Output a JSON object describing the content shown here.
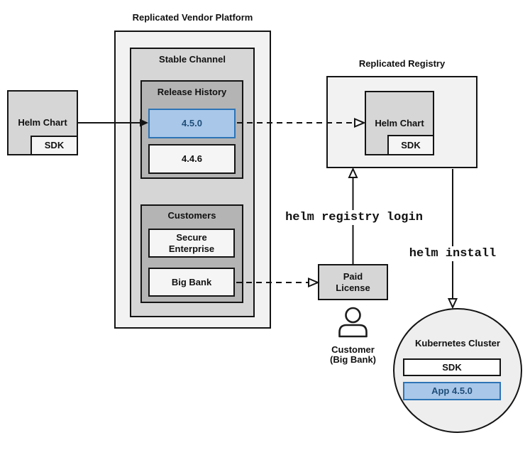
{
  "titles": {
    "vendor_platform": "Replicated Vendor Platform",
    "registry": "Replicated Registry"
  },
  "platform": {
    "stable_channel": "Stable Channel",
    "release_history": {
      "title": "Release History",
      "releases": [
        "4.5.0",
        "4.4.6"
      ],
      "promoted_release": "4.5.0"
    },
    "customers": {
      "title": "Customers",
      "items": [
        "Secure Enterprise",
        "Big Bank"
      ]
    }
  },
  "helm_chart": {
    "label": "Helm Chart",
    "sdk": "SDK"
  },
  "registry_chart": {
    "label": "Helm Chart",
    "sdk": "SDK"
  },
  "paid_license": "Paid License",
  "customer": {
    "line1": "Customer",
    "line2": "(Big Bank)"
  },
  "kubernetes": {
    "title": "Kubernetes Cluster",
    "sdk": "SDK",
    "app": "App 4.5.0"
  },
  "commands": {
    "registry_login": "helm registry login",
    "install": "helm install"
  },
  "colors": {
    "highlight_fill": "#a9c7e9",
    "highlight_border": "#2e74b5",
    "highlight_text": "#1f4e79",
    "box_border": "#141414",
    "surface_light": "#f2f2f2",
    "surface_mid": "#d6d6d6",
    "surface_dark": "#b4b4b4",
    "surface_lighter": "#f5f5f5"
  }
}
